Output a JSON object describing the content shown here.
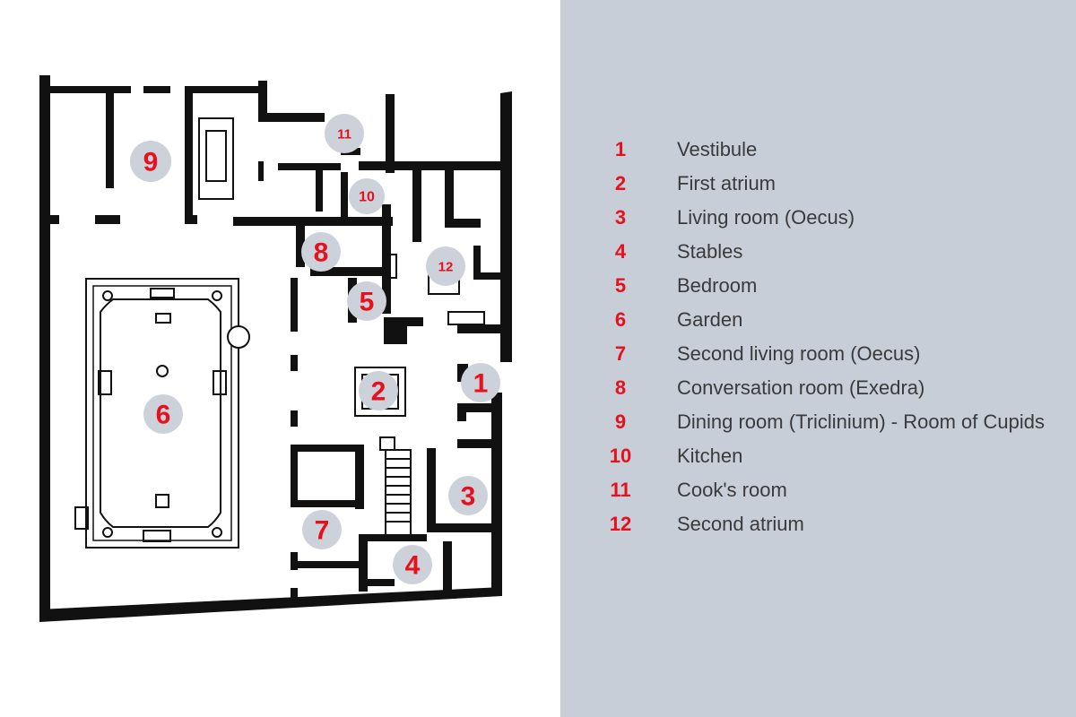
{
  "colors": {
    "accent": "#e8101c",
    "panel": "#c8ced8",
    "wall": "#111111",
    "marker": "#cdd1d9"
  },
  "rooms": [
    {
      "number": "1",
      "label": "Vestibule"
    },
    {
      "number": "2",
      "label": "First atrium"
    },
    {
      "number": "3",
      "label": "Living room (Oecus)"
    },
    {
      "number": "4",
      "label": "Stables"
    },
    {
      "number": "5",
      "label": "Bedroom"
    },
    {
      "number": "6",
      "label": "Garden"
    },
    {
      "number": "7",
      "label": "Second living room (Oecus)"
    },
    {
      "number": "8",
      "label": "Conversation room (Exedra)"
    },
    {
      "number": "9",
      "label": "Dining room (Triclinium) - Room of Cupids"
    },
    {
      "number": "10",
      "label": "Kitchen"
    },
    {
      "number": "11",
      "label": "Cook's room"
    },
    {
      "number": "12",
      "label": "Second atrium"
    }
  ]
}
